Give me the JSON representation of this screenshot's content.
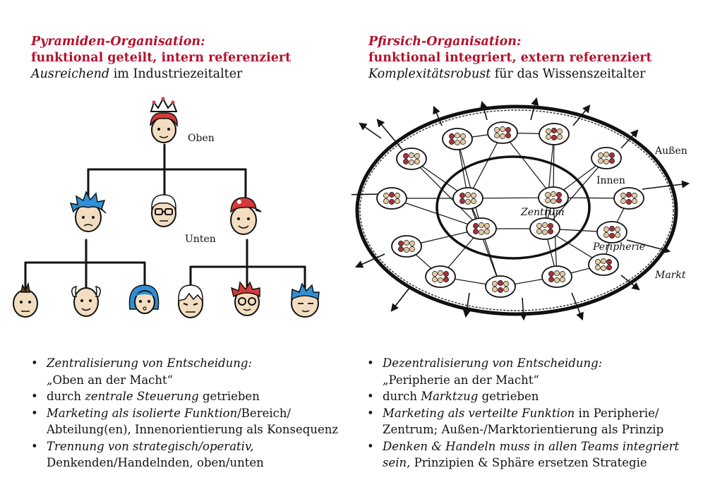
{
  "left": {
    "heading_line1": "Pyramiden-Organisation:",
    "heading_line2": "funktional geteilt, intern referenziert",
    "heading_line3_italic": "Ausreichend",
    "heading_line3_rest": " im Industriezeitalter",
    "diagram_label_top": "Oben",
    "diagram_label_bottom": "Unten",
    "bullets": [
      {
        "l1_italic": "Zentralisierung von Entscheidung:",
        "l2": "„Oben an der Macht“"
      },
      {
        "a": "durch ",
        "b_italic": "zentrale Steuerung",
        "c": " getrieben"
      },
      {
        "l1_italic": "Marketing als isolierte Funktion",
        "l1_rest": "/Bereich/",
        "l2": "Abteilung(en), Innenorientierung als Konsequenz"
      },
      {
        "l1_italic": "Trennung von strategisch/operativ,",
        "l2": "Denkenden/Handelnden, oben/unten"
      }
    ]
  },
  "right": {
    "heading_line1": "Pfirsich-Organisation:",
    "heading_line2": "funktional integriert, extern referenziert",
    "heading_line3_italic": "Komplexitätsrobust",
    "heading_line3_rest": " für das Wissenszeitalter",
    "labels": {
      "outside": "Außen",
      "inside": "Innen",
      "center": "Zentrum",
      "periphery": "Peripherie",
      "market": "Markt"
    },
    "bullets": [
      {
        "l1_italic": "Dezentralisierung von Entscheidung:",
        "l2": "„Peripherie an der Macht“"
      },
      {
        "a": "durch ",
        "b_italic": "Marktzug",
        "c": " getrieben"
      },
      {
        "l1_italic": "Marketing als verteilte Funktion",
        "l1_rest": " in Peripherie/",
        "l2": "Zentrum; Außen-/Marktorientierung als Prinzip"
      },
      {
        "l1_italic": "Denken & Handeln muss in allen Teams integriert",
        "l2_italic": "sein",
        "l2_rest": ", Prinzipien & Sphäre ersetzen Strategie"
      }
    ]
  },
  "colors": {
    "heading_red": "#b3122e",
    "hair_red": "#d63a3a",
    "hair_blue": "#2f8fd6",
    "skin": "#f3ddc0",
    "dot_red": "#a8323a",
    "dot_beige": "#e4c9a0"
  }
}
